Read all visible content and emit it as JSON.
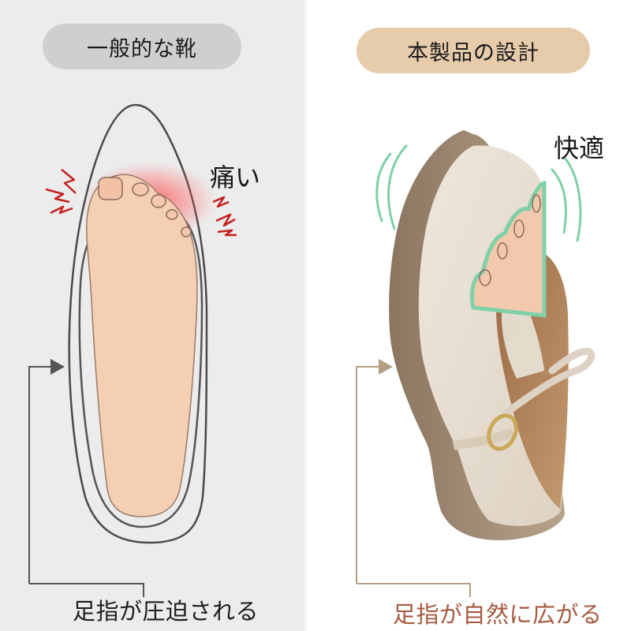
{
  "comparison": {
    "left": {
      "heading": "一般的な靴",
      "callout": "痛い",
      "caption": "足指が圧迫される",
      "heading_bg": "#cfcfcf",
      "pain_color": "#e0302c",
      "caption_color": "#1e1e1e"
    },
    "right": {
      "heading": "本製品の設計",
      "callout": "快適",
      "caption": "足指が自然に広がる",
      "heading_bg": "#e6ccab",
      "comfort_color": "#7fd0a8",
      "caption_color": "#a5593f"
    }
  },
  "icons": {
    "left_pain_marks": "lightning-bolt-icon",
    "right_comfort_marks": "motion-arc-icon",
    "pointer": "arrow-right-icon"
  }
}
